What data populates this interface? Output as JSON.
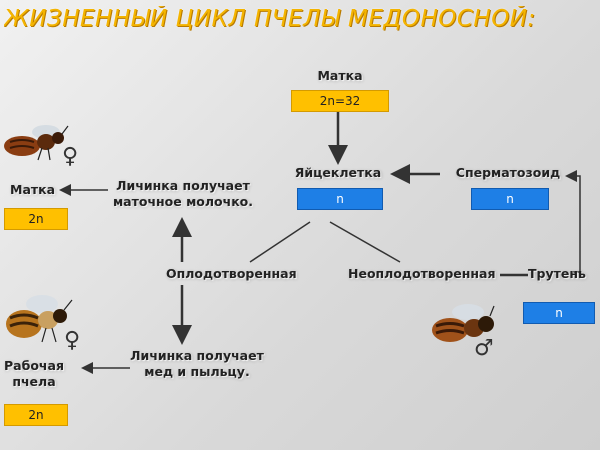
{
  "title": "ЖИЗНЕННЫЙ ЦИКЛ ПЧЕЛЫ МЕДОНОСНОЙ:",
  "nodes": {
    "queen_top": {
      "label": "Матка",
      "value": "2n=32"
    },
    "egg": {
      "label": "Яйцеклетка",
      "value": "n"
    },
    "sperm": {
      "label": "Сперматозоид",
      "value": "n"
    },
    "queen_left": {
      "label": "Матка",
      "value": "2n"
    },
    "larva_royal": {
      "line1": "Личинка получает",
      "line2": "маточное молочко."
    },
    "fertilized": {
      "label": "Оплодотворенная"
    },
    "unfertilized": {
      "label": "Неоплодотворенная"
    },
    "drone": {
      "label": "Трутень",
      "value": "n"
    },
    "larva_worker": {
      "line1": "Личинка получает",
      "line2": "мед и пыльцу."
    },
    "worker": {
      "line1": "Рабочая",
      "line2": "пчела",
      "value": "2n"
    }
  },
  "symbols": {
    "female": "♀",
    "male": "♂"
  },
  "colors": {
    "title": "#f4b400",
    "box_blue": "#1e7fe6",
    "box_yellow": "#ffc000"
  }
}
